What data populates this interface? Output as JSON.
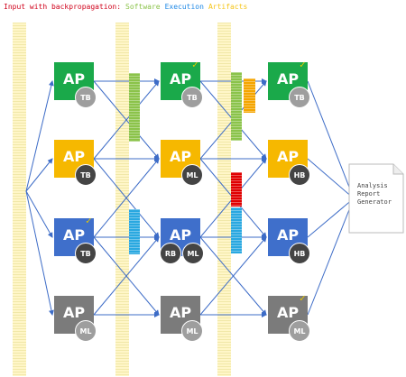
{
  "legend": {
    "prefix": "Input with backpropagation:",
    "software": "Software",
    "execution": "Execution",
    "artifacts": "Artifacts",
    "colors": {
      "prefix": "#d0021b",
      "software": "#8bc34a",
      "execution": "#1e88e5",
      "artifacts": "#f5c518"
    }
  },
  "node_label": "AP",
  "colors": {
    "green": "#1aa94a",
    "yellow": "#f6b800",
    "blue": "#3f6fcb",
    "gray": "#7b7b7b",
    "badge_gray": "#9e9e9e",
    "badge_dark": "#444444",
    "arrow": "#3d6cc7",
    "seg_green": "#8bc34a",
    "seg_blue": "#29a8e0",
    "seg_orange": "#f5a500",
    "seg_red": "#e00000"
  },
  "columns": [
    {
      "nodes": [
        {
          "color": "green",
          "badges": [
            {
              "text": "TB",
              "tone": "gray"
            }
          ],
          "check": false
        },
        {
          "color": "yellow",
          "badges": [
            {
              "text": "TB",
              "tone": "dark"
            }
          ],
          "check": false
        },
        {
          "color": "blue",
          "badges": [
            {
              "text": "TB",
              "tone": "dark"
            }
          ],
          "check": true
        },
        {
          "color": "gray",
          "badges": [
            {
              "text": "ML",
              "tone": "gray"
            }
          ],
          "check": false
        }
      ]
    },
    {
      "nodes": [
        {
          "color": "green",
          "badges": [
            {
              "text": "TB",
              "tone": "gray"
            }
          ],
          "check": true
        },
        {
          "color": "yellow",
          "badges": [
            {
              "text": "ML",
              "tone": "dark"
            }
          ],
          "check": false
        },
        {
          "color": "blue",
          "badges": [
            {
              "text": "RB",
              "tone": "dark"
            },
            {
              "text": "ML",
              "tone": "dark"
            }
          ],
          "check": false
        },
        {
          "color": "gray",
          "badges": [
            {
              "text": "ML",
              "tone": "gray"
            }
          ],
          "check": false
        }
      ]
    },
    {
      "nodes": [
        {
          "color": "green",
          "badges": [
            {
              "text": "TB",
              "tone": "gray"
            }
          ],
          "check": true
        },
        {
          "color": "yellow",
          "badges": [
            {
              "text": "HB",
              "tone": "dark"
            }
          ],
          "check": false
        },
        {
          "color": "blue",
          "badges": [
            {
              "text": "HB",
              "tone": "dark"
            }
          ],
          "check": false
        },
        {
          "color": "gray",
          "badges": [
            {
              "text": "ML",
              "tone": "gray"
            }
          ],
          "check": true
        }
      ]
    }
  ],
  "report": {
    "lines": [
      "Analysis",
      "Report",
      "Generator"
    ]
  }
}
